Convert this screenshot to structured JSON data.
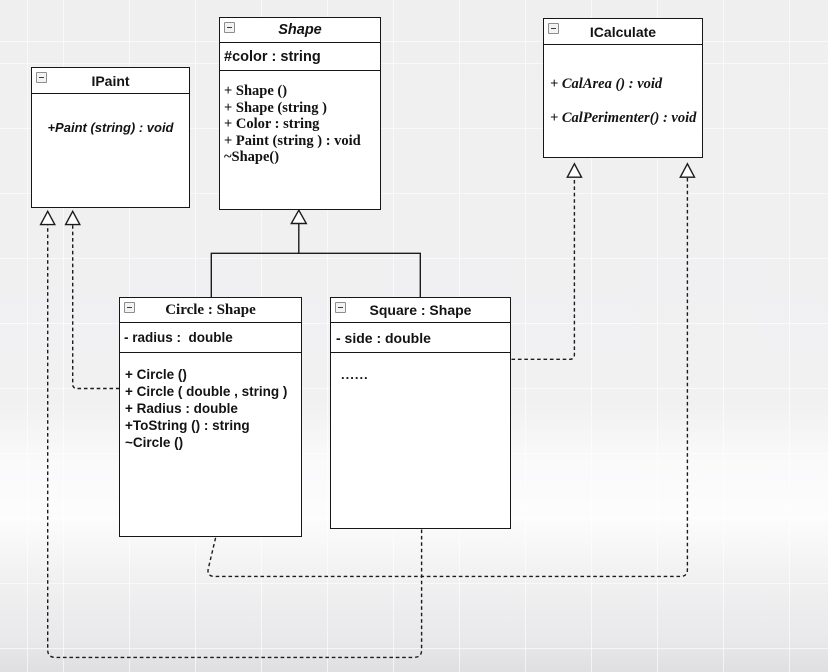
{
  "diagram": {
    "classes": [
      {
        "id": "ipaint",
        "title": "IPaint",
        "attributes": [],
        "methods": [
          "+Paint (string) : void"
        ]
      },
      {
        "id": "shape",
        "title": "Shape",
        "attributes": [
          "#color : string"
        ],
        "methods": [
          "+ Shape ()",
          "+ Shape (string )",
          "+ Color : string",
          "+ Paint (string ) : void",
          "~Shape()"
        ]
      },
      {
        "id": "icalculate",
        "title": "ICalculate",
        "attributes": [],
        "methods": [
          "+ CalArea () : void",
          "+ CalPerimenter() : void"
        ]
      },
      {
        "id": "circle",
        "title": "Circle : Shape",
        "attributes": [
          "- radius :  double"
        ],
        "methods": [
          "+ Circle ()",
          "+ Circle ( double , string )",
          "+ Radius : double",
          "+ToString () : string",
          "~Circle ()"
        ]
      },
      {
        "id": "square",
        "title": "Square : Shape",
        "attributes": [
          "- side : double"
        ],
        "methods": [
          "......"
        ]
      }
    ],
    "relationships": [
      {
        "type": "inheritance",
        "from": "Circle : Shape",
        "to": "Shape",
        "line": "solid",
        "arrow": "hollow-triangle"
      },
      {
        "type": "inheritance",
        "from": "Square : Shape",
        "to": "Shape",
        "line": "solid",
        "arrow": "hollow-triangle"
      },
      {
        "type": "realization",
        "from": "Circle : Shape",
        "to": "IPaint",
        "line": "dashed",
        "arrow": "hollow-triangle"
      },
      {
        "type": "realization",
        "from": "Square : Shape",
        "to": "IPaint",
        "line": "dashed",
        "arrow": "hollow-triangle"
      },
      {
        "type": "realization",
        "from": "Circle : Shape",
        "to": "ICalculate",
        "line": "dashed",
        "arrow": "hollow-triangle"
      },
      {
        "type": "realization",
        "from": "Square : Shape",
        "to": "ICalculate",
        "line": "dashed",
        "arrow": "hollow-triangle"
      }
    ],
    "icons": {
      "collapse": "minus-icon"
    },
    "colors": {
      "box_fill": "#ffffff",
      "line": "#1c1c1c",
      "border": "#161616",
      "background_top": "#f0f0f1",
      "background_bottom": "#dfdfe1",
      "grid_line": "#ffffff",
      "handle_gray": "#b5b5b5"
    }
  }
}
